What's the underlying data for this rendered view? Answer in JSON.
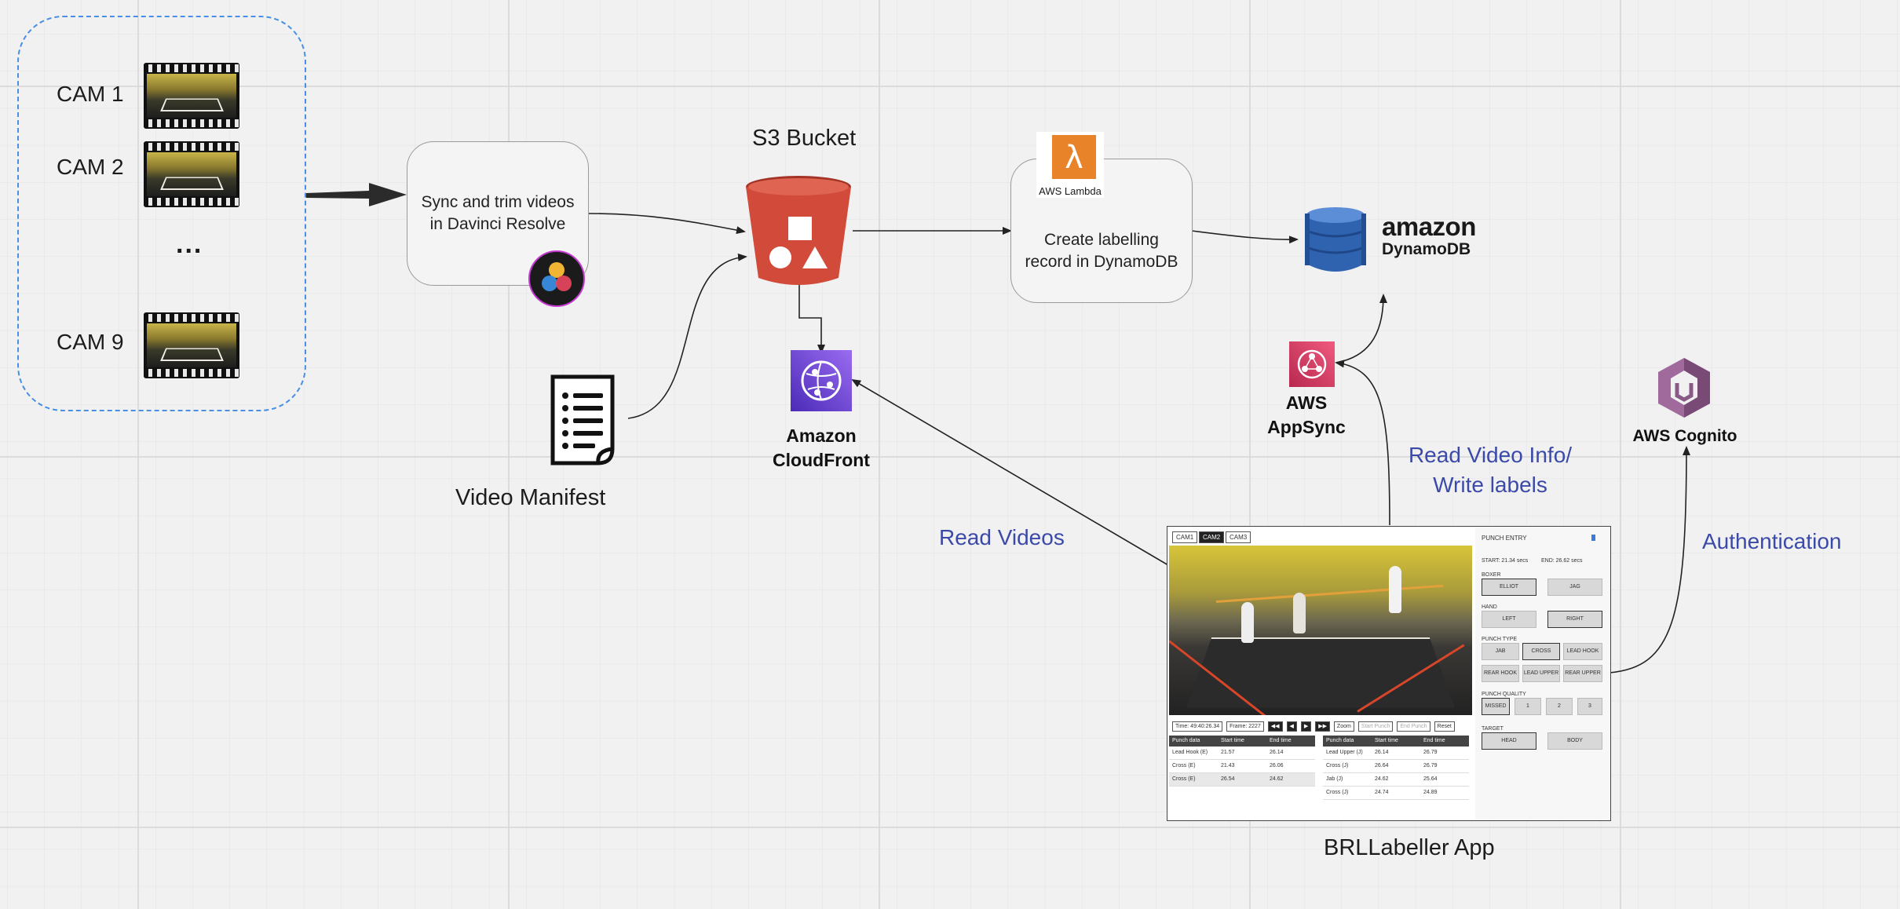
{
  "cameras": [
    {
      "label": "CAM 1"
    },
    {
      "label": "CAM 2"
    },
    {
      "label": "CAM 9"
    }
  ],
  "ellipsis": "...",
  "sync_box": {
    "text_line1": "Sync and trim videos",
    "text_line2": "in Davinci Resolve"
  },
  "s3": {
    "title": "S3 Bucket"
  },
  "lambda": {
    "badge": "AWS Lambda",
    "text_line1": "Create labelling",
    "text_line2": "record in DynamoDB"
  },
  "dynamodb": {
    "brand": "amazon",
    "product": "DynamoDB"
  },
  "manifest": {
    "title": "Video Manifest"
  },
  "cloudfront": {
    "line1": "Amazon",
    "line2": "CloudFront"
  },
  "appsync": {
    "line1": "AWS",
    "line2": "AppSync"
  },
  "cognito": {
    "label": "AWS Cognito"
  },
  "edges": {
    "read_videos": "Read Videos",
    "read_info_line1": "Read Video Info/",
    "read_info_line2": "Write labels",
    "authentication": "Authentication"
  },
  "app": {
    "title": "BRLLabeller App",
    "cam_buttons": [
      "CAM1",
      "CAM2",
      "CAM3"
    ],
    "controls": [
      "Time: 49:40:26.34",
      "Frame: 2227",
      "Zoom",
      "Start Punch",
      "End Punch",
      "Reset"
    ],
    "table_left": {
      "headers": [
        "Punch data",
        "Start time",
        "End time"
      ],
      "rows": [
        [
          "Lead Hook (E)",
          "21.57",
          "26.14"
        ],
        [
          "Cross (E)",
          "21.43",
          "26.06"
        ],
        [
          "Cross (E)",
          "26.54",
          "24.62"
        ]
      ]
    },
    "table_right": {
      "headers": [
        "Punch data",
        "Start time",
        "End time"
      ],
      "rows": [
        [
          "Lead Upper (J)",
          "26.14",
          "26.79"
        ],
        [
          "Cross (J)",
          "26.64",
          "26.79"
        ],
        [
          "Jab (J)",
          "24.62",
          "25.64"
        ],
        [
          "Cross (J)",
          "24.74",
          "24.89"
        ]
      ]
    },
    "panel": {
      "header": "PUNCH ENTRY",
      "scores": [
        "START: 21.34 secs",
        "END: 26.62 secs"
      ],
      "boxer_label": "BOXER",
      "boxers": [
        "ELLIOT",
        "JAG"
      ],
      "hand_label": "HAND",
      "hands": [
        "LEFT",
        "RIGHT"
      ],
      "type_label": "PUNCH TYPE",
      "types": [
        "JAB",
        "CROSS",
        "LEAD HOOK",
        "REAR HOOK",
        "LEAD UPPER",
        "REAR UPPER"
      ],
      "quality_label": "PUNCH QUALITY",
      "qualities": [
        "MISSED",
        "1",
        "2",
        "3"
      ],
      "target_label": "TARGET",
      "targets": [
        "HEAD",
        "BODY"
      ]
    }
  },
  "colors": {
    "dashed_border": "#4a90e2",
    "s3_red": "#d24b3a",
    "lambda_orange": "#e8832a",
    "dynamo_blue": "#2f63b0",
    "cloudfront_purple": "#7b4fd0",
    "appsync_pink": "#d63b62",
    "cognito_purple": "#8a5a86",
    "edge_label_blue": "#3b4aa8"
  }
}
